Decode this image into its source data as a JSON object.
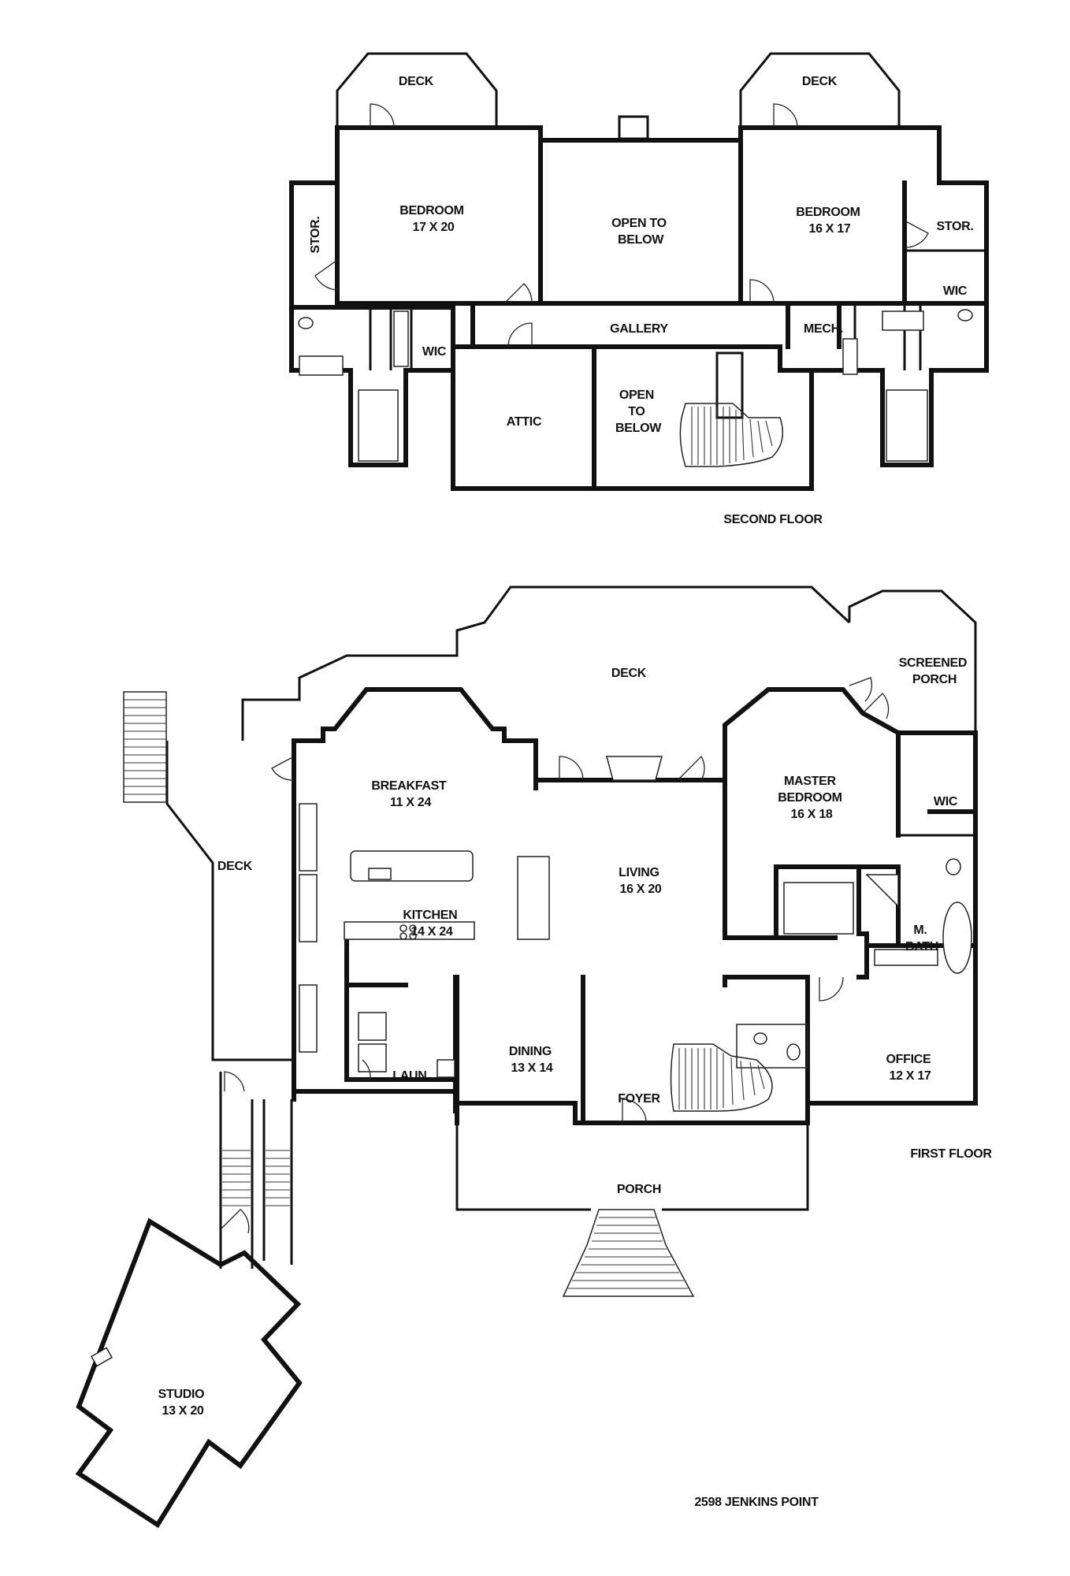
{
  "second_floor": {
    "title": "SECOND FLOOR",
    "rooms": {
      "deck_left": [
        "DECK"
      ],
      "deck_right": [
        "DECK"
      ],
      "bedroom_left": [
        "BEDROOM",
        "17 X 20"
      ],
      "open_top": [
        "OPEN TO",
        "BELOW"
      ],
      "bedroom_right": [
        "BEDROOM",
        "16 X 17"
      ],
      "stor_left": [
        "STOR."
      ],
      "stor_right": [
        "STOR."
      ],
      "wic_right": [
        "WIC"
      ],
      "gallery": [
        "GALLERY"
      ],
      "mech": [
        "MECH."
      ],
      "wic_left": [
        "WIC"
      ],
      "attic": [
        "ATTIC"
      ],
      "open_stair": [
        "OPEN",
        "TO",
        "BELOW"
      ]
    }
  },
  "first_floor": {
    "title": "FIRST FLOOR",
    "rooms": {
      "deck_top": [
        "DECK"
      ],
      "screened_porch": [
        "SCREENED",
        "PORCH"
      ],
      "breakfast": [
        "BREAKFAST",
        "11 X 24"
      ],
      "master_bedroom": [
        "MASTER",
        "BEDROOM",
        "16 X 18"
      ],
      "wic": [
        "WIC"
      ],
      "deck_left": [
        "DECK"
      ],
      "living": [
        "LIVING",
        "16 X 20"
      ],
      "kitchen": [
        "KITCHEN",
        "14 X 24"
      ],
      "m_bath": [
        "M.",
        "BATH"
      ],
      "dining": [
        "DINING",
        "13 X 14"
      ],
      "laun": [
        "LAUN."
      ],
      "office": [
        "OFFICE",
        "12 X 17"
      ],
      "foyer": [
        "FOYER"
      ],
      "porch": [
        "PORCH"
      ],
      "studio": [
        "STUDIO",
        "13 X 20"
      ]
    }
  },
  "address": "2598 JENKINS POINT"
}
